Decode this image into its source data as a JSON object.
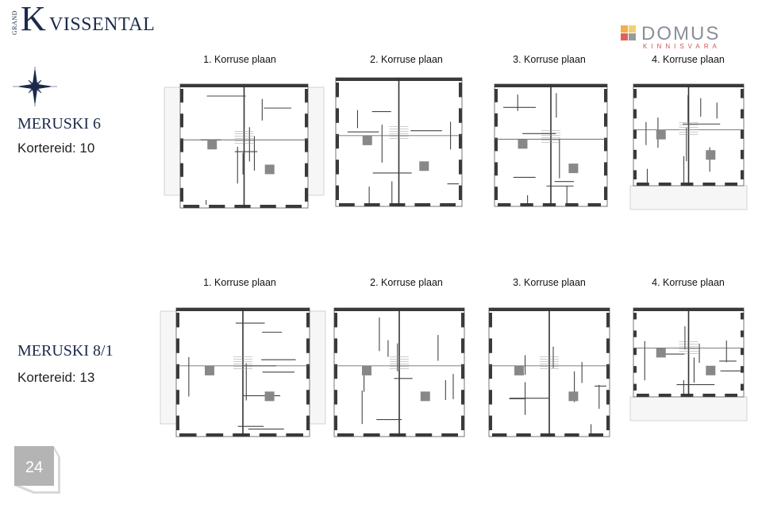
{
  "brand": {
    "logo_small": "GRAND",
    "logo_main": "KVISSENTAL"
  },
  "agency": {
    "name": "DOMUS",
    "subtitle": "KINNISVARA",
    "colors": [
      "#f0b050",
      "#f2d070",
      "#e06060",
      "#9a9a9a"
    ]
  },
  "buildings": [
    {
      "name": "MERUSKI 6",
      "apartments": "Kortereid: 10",
      "floors": [
        "1. Korruse plaan",
        "2. Korruse plaan",
        "3. Korruse plaan",
        "4. Korruse plaan"
      ]
    },
    {
      "name": "MERUSKI 8/1",
      "apartments": "Kortereid: 13",
      "floors": [
        "1. Korruse plaan",
        "2. Korruse plaan",
        "3. Korruse plaan",
        "4. Korruse plaan"
      ]
    }
  ],
  "page_number": "24",
  "colors": {
    "navy": "#1c2a4a",
    "wall": "#3a3a3a",
    "badge": "#b4b4b4"
  }
}
